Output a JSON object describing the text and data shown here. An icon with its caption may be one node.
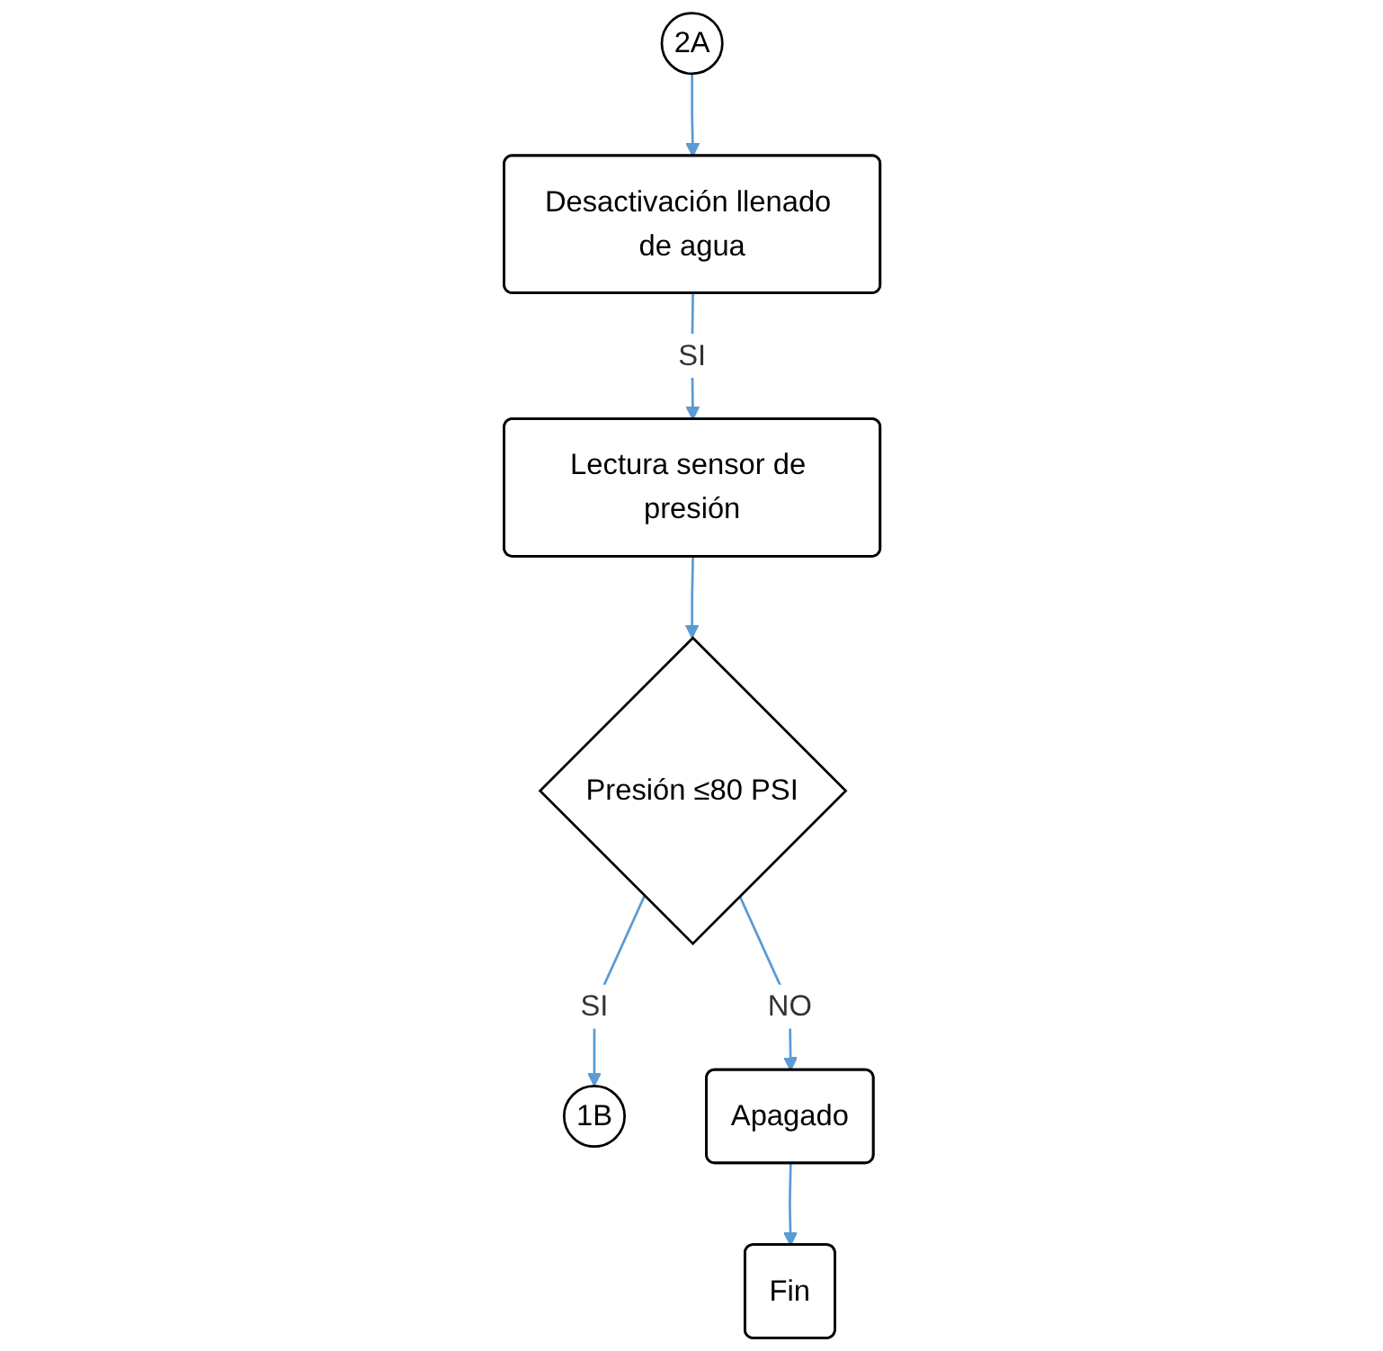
{
  "diagram": {
    "nodes": [
      {
        "text": [
          "2A"
        ]
      },
      {
        "text": [
          "Desactivación llenado de agua"
        ]
      },
      {
        "text": [
          "Lectura sensor de presión"
        ]
      },
      {
        "text": [
          "Presión ≤80 PSI"
        ]
      },
      {
        "text": [
          "1B"
        ]
      },
      {
        "text": [
          "Apagado"
        ]
      },
      {
        "text": [
          "Fin"
        ]
      }
    ],
    "edges": [
      {
        "from": 0,
        "to": 1,
        "arrow": "to"
      },
      {
        "from": 1,
        "to": 2,
        "arrow": "to",
        "label": "SI"
      },
      {
        "from": 2,
        "to": 3,
        "arrow": "to"
      },
      {
        "from": 3,
        "to": 4,
        "arrow": "to",
        "label": "SI"
      },
      {
        "from": 3,
        "to": 5,
        "arrow": "to",
        "label": "NO"
      },
      {
        "from": 5,
        "to": 6,
        "arrow": "to"
      }
    ]
  }
}
